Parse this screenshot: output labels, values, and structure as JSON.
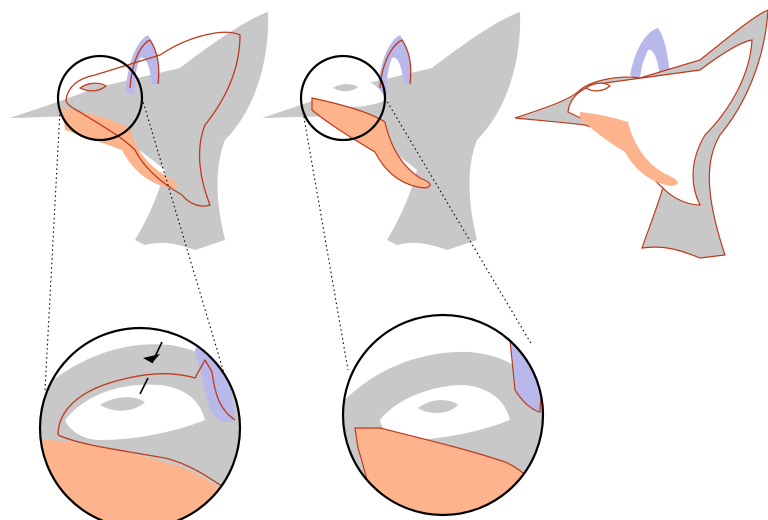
{
  "figure": {
    "panels": [
      {
        "id": "original-with-offset",
        "has_magnifier": true,
        "has_width_marker": true
      },
      {
        "id": "original-without-offset",
        "has_magnifier": true,
        "has_width_marker": false
      },
      {
        "id": "offset-result",
        "has_magnifier": false,
        "has_width_marker": false
      }
    ],
    "colors": {
      "silhouette": "#c8c8c8",
      "body_fill": "#fdb48c",
      "wing_fill": "#b8b8ea",
      "outline": "#c0391b",
      "magnifier": "#000000"
    },
    "icons": [
      "magnifier-circle",
      "thickness-arrows"
    ]
  }
}
